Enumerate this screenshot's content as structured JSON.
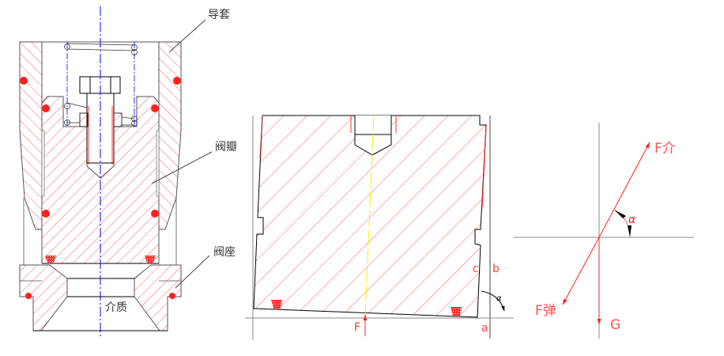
{
  "left_figure": {
    "labels": {
      "guide_sleeve": "导套",
      "valve_disc": "阀瓣",
      "valve_seat": "阀座",
      "medium": "介质"
    }
  },
  "middle_figure": {
    "labels": {
      "force": "F",
      "point_a": "a",
      "point_b": "b",
      "point_c": "c",
      "angle": "α"
    }
  },
  "right_figure": {
    "labels": {
      "medium_force": "F介",
      "spring_force": "F弹",
      "gravity": "G",
      "angle": "α"
    }
  },
  "colors": {
    "hatch": "#ff4d4d",
    "centerline": "#0000ff",
    "axis": "#888888",
    "outline": "#000000"
  }
}
